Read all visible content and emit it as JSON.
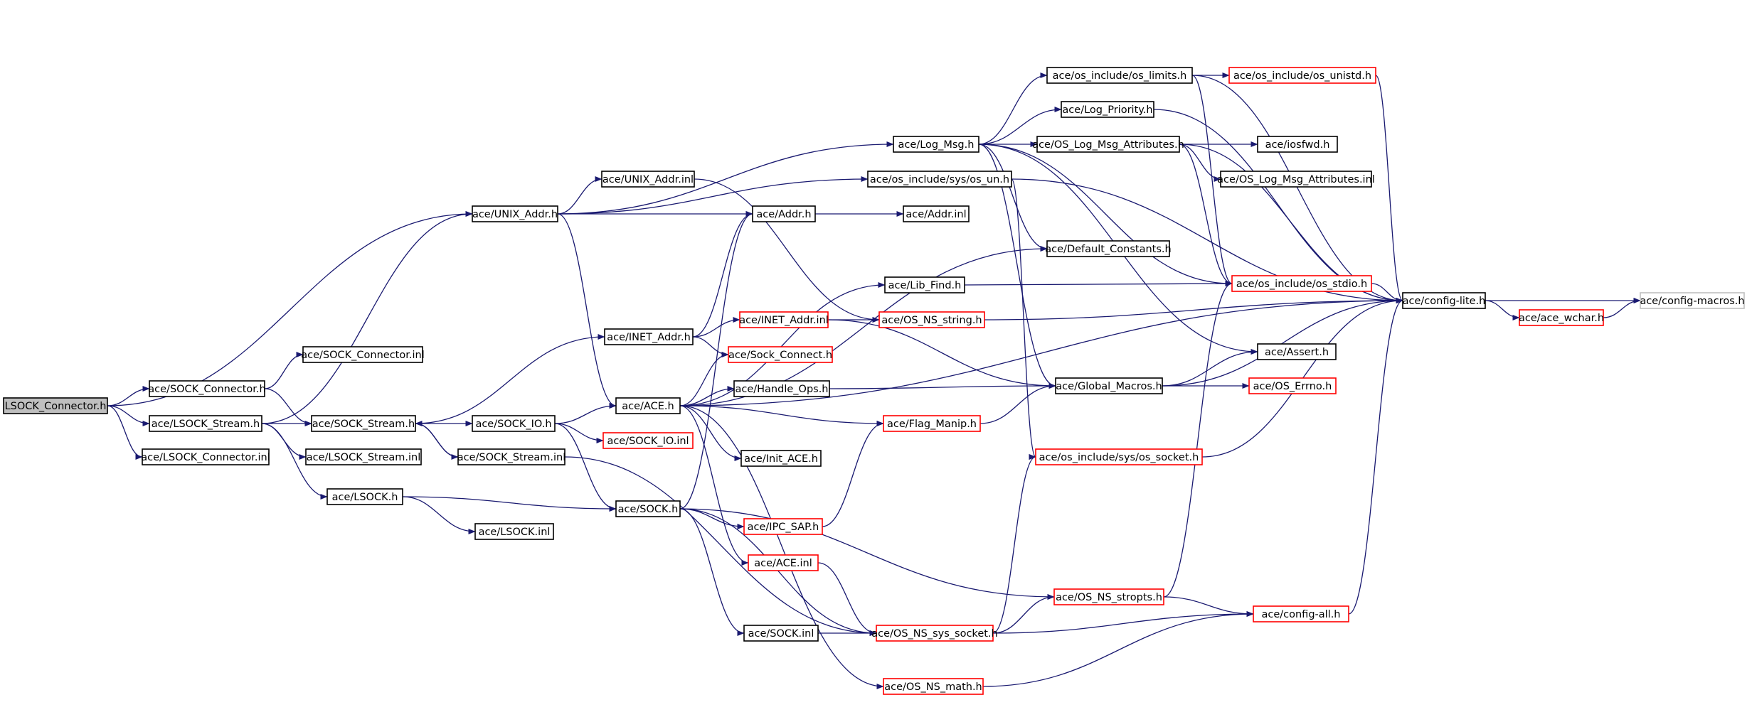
{
  "colors": {
    "edge": "#191970",
    "root_fill": "#bfbfbf",
    "border_complete": "#000000",
    "border_truncated": "#ff0000",
    "border_leaf": "#bfbfbf",
    "node_fill": "#ffffff"
  },
  "nodes": [
    {
      "id": "lsock_connector_h",
      "label": "LSOCK_Connector.h",
      "kind": "root"
    },
    {
      "id": "sock_connector_h",
      "label": "ace/SOCK_Connector.h",
      "kind": "complete"
    },
    {
      "id": "lsock_stream_h",
      "label": "ace/LSOCK_Stream.h",
      "kind": "complete"
    },
    {
      "id": "lsock_connector_inl",
      "label": "ace/LSOCK_Connector.inl",
      "kind": "complete"
    },
    {
      "id": "sock_connector_inl",
      "label": "ace/SOCK_Connector.inl",
      "kind": "complete"
    },
    {
      "id": "sock_stream_h",
      "label": "ace/SOCK_Stream.h",
      "kind": "complete"
    },
    {
      "id": "lsock_stream_inl",
      "label": "ace/LSOCK_Stream.inl",
      "kind": "complete"
    },
    {
      "id": "lsock_h",
      "label": "ace/LSOCK.h",
      "kind": "complete"
    },
    {
      "id": "lsock_inl",
      "label": "ace/LSOCK.inl",
      "kind": "complete"
    },
    {
      "id": "sock_io_h",
      "label": "ace/SOCK_IO.h",
      "kind": "complete"
    },
    {
      "id": "sock_stream_inl",
      "label": "ace/SOCK_Stream.inl",
      "kind": "complete"
    },
    {
      "id": "unix_addr_h",
      "label": "ace/UNIX_Addr.h",
      "kind": "complete"
    },
    {
      "id": "unix_addr_inl",
      "label": "ace/UNIX_Addr.inl",
      "kind": "complete"
    },
    {
      "id": "inet_addr_h",
      "label": "ace/INET_Addr.h",
      "kind": "complete"
    },
    {
      "id": "inet_addr_inl",
      "label": "ace/INET_Addr.inl",
      "kind": "truncated"
    },
    {
      "id": "ace_h",
      "label": "ace/ACE.h",
      "kind": "complete"
    },
    {
      "id": "sock_io_inl",
      "label": "ace/SOCK_IO.inl",
      "kind": "truncated"
    },
    {
      "id": "sock_h",
      "label": "ace/SOCK.h",
      "kind": "complete"
    },
    {
      "id": "sock_inl",
      "label": "ace/SOCK.inl",
      "kind": "complete"
    },
    {
      "id": "addr_h",
      "label": "ace/Addr.h",
      "kind": "complete"
    },
    {
      "id": "addr_inl",
      "label": "ace/Addr.inl",
      "kind": "complete"
    },
    {
      "id": "log_msg_h",
      "label": "ace/Log_Msg.h",
      "kind": "complete"
    },
    {
      "id": "os_un_h",
      "label": "ace/os_include/sys/os_un.h",
      "kind": "complete"
    },
    {
      "id": "sock_connect_h",
      "label": "ace/Sock_Connect.h",
      "kind": "truncated"
    },
    {
      "id": "handle_ops_h",
      "label": "ace/Handle_Ops.h",
      "kind": "complete"
    },
    {
      "id": "init_ace_h",
      "label": "ace/Init_ACE.h",
      "kind": "complete"
    },
    {
      "id": "ipc_sap_h",
      "label": "ace/IPC_SAP.h",
      "kind": "truncated"
    },
    {
      "id": "ace_inl",
      "label": "ace/ACE.inl",
      "kind": "truncated"
    },
    {
      "id": "lib_find_h",
      "label": "ace/Lib_Find.h",
      "kind": "complete"
    },
    {
      "id": "os_ns_string_h",
      "label": "ace/OS_NS_string.h",
      "kind": "truncated"
    },
    {
      "id": "flag_manip_h",
      "label": "ace/Flag_Manip.h",
      "kind": "truncated"
    },
    {
      "id": "os_limits_h",
      "label": "ace/os_include/os_limits.h",
      "kind": "complete"
    },
    {
      "id": "log_priority_h",
      "label": "ace/Log_Priority.h",
      "kind": "complete"
    },
    {
      "id": "os_log_msg_attributes_h",
      "label": "ace/OS_Log_Msg_Attributes.h",
      "kind": "complete"
    },
    {
      "id": "default_constants_h",
      "label": "ace/Default_Constants.h",
      "kind": "complete"
    },
    {
      "id": "global_macros_h",
      "label": "ace/Global_Macros.h",
      "kind": "complete"
    },
    {
      "id": "os_socket_h",
      "label": "ace/os_include/sys/os_socket.h",
      "kind": "truncated"
    },
    {
      "id": "os_ns_sys_socket_h",
      "label": "ace/OS_NS_sys_socket.h",
      "kind": "truncated"
    },
    {
      "id": "os_ns_stropts_h",
      "label": "ace/OS_NS_stropts.h",
      "kind": "truncated"
    },
    {
      "id": "os_ns_math_h",
      "label": "ace/OS_NS_math.h",
      "kind": "truncated"
    },
    {
      "id": "os_unistd_h",
      "label": "ace/os_include/os_unistd.h",
      "kind": "truncated"
    },
    {
      "id": "iosfwd_h",
      "label": "ace/iosfwd.h",
      "kind": "complete"
    },
    {
      "id": "os_log_msg_attributes_inl",
      "label": "ace/OS_Log_Msg_Attributes.inl",
      "kind": "complete"
    },
    {
      "id": "os_stdio_h",
      "label": "ace/os_include/os_stdio.h",
      "kind": "truncated"
    },
    {
      "id": "assert_h",
      "label": "ace/Assert.h",
      "kind": "complete"
    },
    {
      "id": "os_errno_h",
      "label": "ace/OS_Errno.h",
      "kind": "truncated"
    },
    {
      "id": "config_all_h",
      "label": "ace/config-all.h",
      "kind": "truncated"
    },
    {
      "id": "config_lite_h",
      "label": "ace/config-lite.h",
      "kind": "complete"
    },
    {
      "id": "ace_wchar_h",
      "label": "ace/ace_wchar.h",
      "kind": "truncated"
    },
    {
      "id": "config_macros_h",
      "label": "ace/config-macros.h",
      "kind": "leaf"
    }
  ],
  "edges": [
    [
      "lsock_connector_h",
      "unix_addr_h"
    ],
    [
      "lsock_connector_h",
      "sock_connector_h"
    ],
    [
      "lsock_connector_h",
      "lsock_stream_h"
    ],
    [
      "lsock_connector_h",
      "lsock_connector_inl"
    ],
    [
      "sock_connector_h",
      "sock_connector_inl"
    ],
    [
      "sock_connector_h",
      "sock_stream_h"
    ],
    [
      "lsock_stream_h",
      "unix_addr_h"
    ],
    [
      "lsock_stream_h",
      "sock_stream_h"
    ],
    [
      "lsock_stream_h",
      "lsock_stream_inl"
    ],
    [
      "lsock_stream_h",
      "lsock_h"
    ],
    [
      "sock_stream_h",
      "inet_addr_h"
    ],
    [
      "sock_stream_h",
      "sock_io_h"
    ],
    [
      "sock_stream_h",
      "sock_stream_inl"
    ],
    [
      "sock_stream_inl",
      "sock_stream_h"
    ],
    [
      "sock_stream_inl",
      "os_ns_sys_socket_h"
    ],
    [
      "lsock_h",
      "sock_h"
    ],
    [
      "lsock_h",
      "lsock_inl"
    ],
    [
      "sock_io_h",
      "ace_h"
    ],
    [
      "sock_io_h",
      "sock_io_inl"
    ],
    [
      "sock_io_h",
      "sock_h"
    ],
    [
      "unix_addr_h",
      "unix_addr_inl"
    ],
    [
      "unix_addr_h",
      "addr_h"
    ],
    [
      "unix_addr_h",
      "log_msg_h"
    ],
    [
      "unix_addr_h",
      "os_un_h"
    ],
    [
      "unix_addr_h",
      "ace_h"
    ],
    [
      "unix_addr_inl",
      "os_ns_string_h"
    ],
    [
      "inet_addr_h",
      "addr_h"
    ],
    [
      "inet_addr_h",
      "inet_addr_inl"
    ],
    [
      "inet_addr_h",
      "sock_connect_h"
    ],
    [
      "inet_addr_inl",
      "os_ns_string_h"
    ],
    [
      "inet_addr_inl",
      "global_macros_h"
    ],
    [
      "ace_h",
      "default_constants_h"
    ],
    [
      "ace_h",
      "lib_find_h"
    ],
    [
      "ace_h",
      "sock_connect_h"
    ],
    [
      "ace_h",
      "handle_ops_h"
    ],
    [
      "ace_h",
      "flag_manip_h"
    ],
    [
      "ace_h",
      "init_ace_h"
    ],
    [
      "ace_h",
      "ace_inl"
    ],
    [
      "ace_h",
      "os_ns_math_h"
    ],
    [
      "ace_h",
      "config_lite_h"
    ],
    [
      "sock_h",
      "addr_h"
    ],
    [
      "sock_h",
      "ipc_sap_h"
    ],
    [
      "sock_h",
      "sock_inl"
    ],
    [
      "sock_h",
      "os_ns_sys_socket_h"
    ],
    [
      "sock_h",
      "os_ns_stropts_h"
    ],
    [
      "sock_inl",
      "os_ns_sys_socket_h"
    ],
    [
      "ace_inl",
      "os_ns_sys_socket_h"
    ],
    [
      "ipc_sap_h",
      "flag_manip_h"
    ],
    [
      "addr_h",
      "addr_inl"
    ],
    [
      "log_msg_h",
      "os_limits_h"
    ],
    [
      "log_msg_h",
      "log_priority_h"
    ],
    [
      "log_msg_h",
      "os_log_msg_attributes_h"
    ],
    [
      "log_msg_h",
      "default_constants_h"
    ],
    [
      "log_msg_h",
      "global_macros_h"
    ],
    [
      "log_msg_h",
      "assert_h"
    ],
    [
      "log_msg_h",
      "os_stdio_h"
    ],
    [
      "os_un_h",
      "config_lite_h"
    ],
    [
      "os_un_h",
      "os_socket_h"
    ],
    [
      "lib_find_h",
      "os_stdio_h"
    ],
    [
      "os_ns_string_h",
      "config_lite_h"
    ],
    [
      "handle_ops_h",
      "global_macros_h"
    ],
    [
      "flag_manip_h",
      "global_macros_h"
    ],
    [
      "os_limits_h",
      "os_unistd_h"
    ],
    [
      "os_limits_h",
      "config_lite_h"
    ],
    [
      "os_limits_h",
      "os_stdio_h"
    ],
    [
      "log_priority_h",
      "config_lite_h"
    ],
    [
      "os_log_msg_attributes_h",
      "iosfwd_h"
    ],
    [
      "os_log_msg_attributes_h",
      "os_log_msg_attributes_inl"
    ],
    [
      "os_log_msg_attributes_h",
      "os_stdio_h"
    ],
    [
      "os_log_msg_attributes_h",
      "config_lite_h"
    ],
    [
      "global_macros_h",
      "assert_h"
    ],
    [
      "global_macros_h",
      "os_errno_h"
    ],
    [
      "global_macros_h",
      "config_lite_h"
    ],
    [
      "os_socket_h",
      "config_lite_h"
    ],
    [
      "os_ns_sys_socket_h",
      "os_socket_h"
    ],
    [
      "os_ns_sys_socket_h",
      "os_ns_stropts_h"
    ],
    [
      "os_ns_sys_socket_h",
      "config_all_h"
    ],
    [
      "os_ns_stropts_h",
      "os_stdio_h"
    ],
    [
      "os_ns_stropts_h",
      "config_all_h"
    ],
    [
      "os_ns_math_h",
      "config_all_h"
    ],
    [
      "os_unistd_h",
      "config_lite_h"
    ],
    [
      "os_stdio_h",
      "config_lite_h"
    ],
    [
      "config_all_h",
      "config_lite_h"
    ],
    [
      "config_lite_h",
      "ace_wchar_h"
    ],
    [
      "config_lite_h",
      "config_macros_h"
    ],
    [
      "ace_wchar_h",
      "config_macros_h"
    ]
  ]
}
